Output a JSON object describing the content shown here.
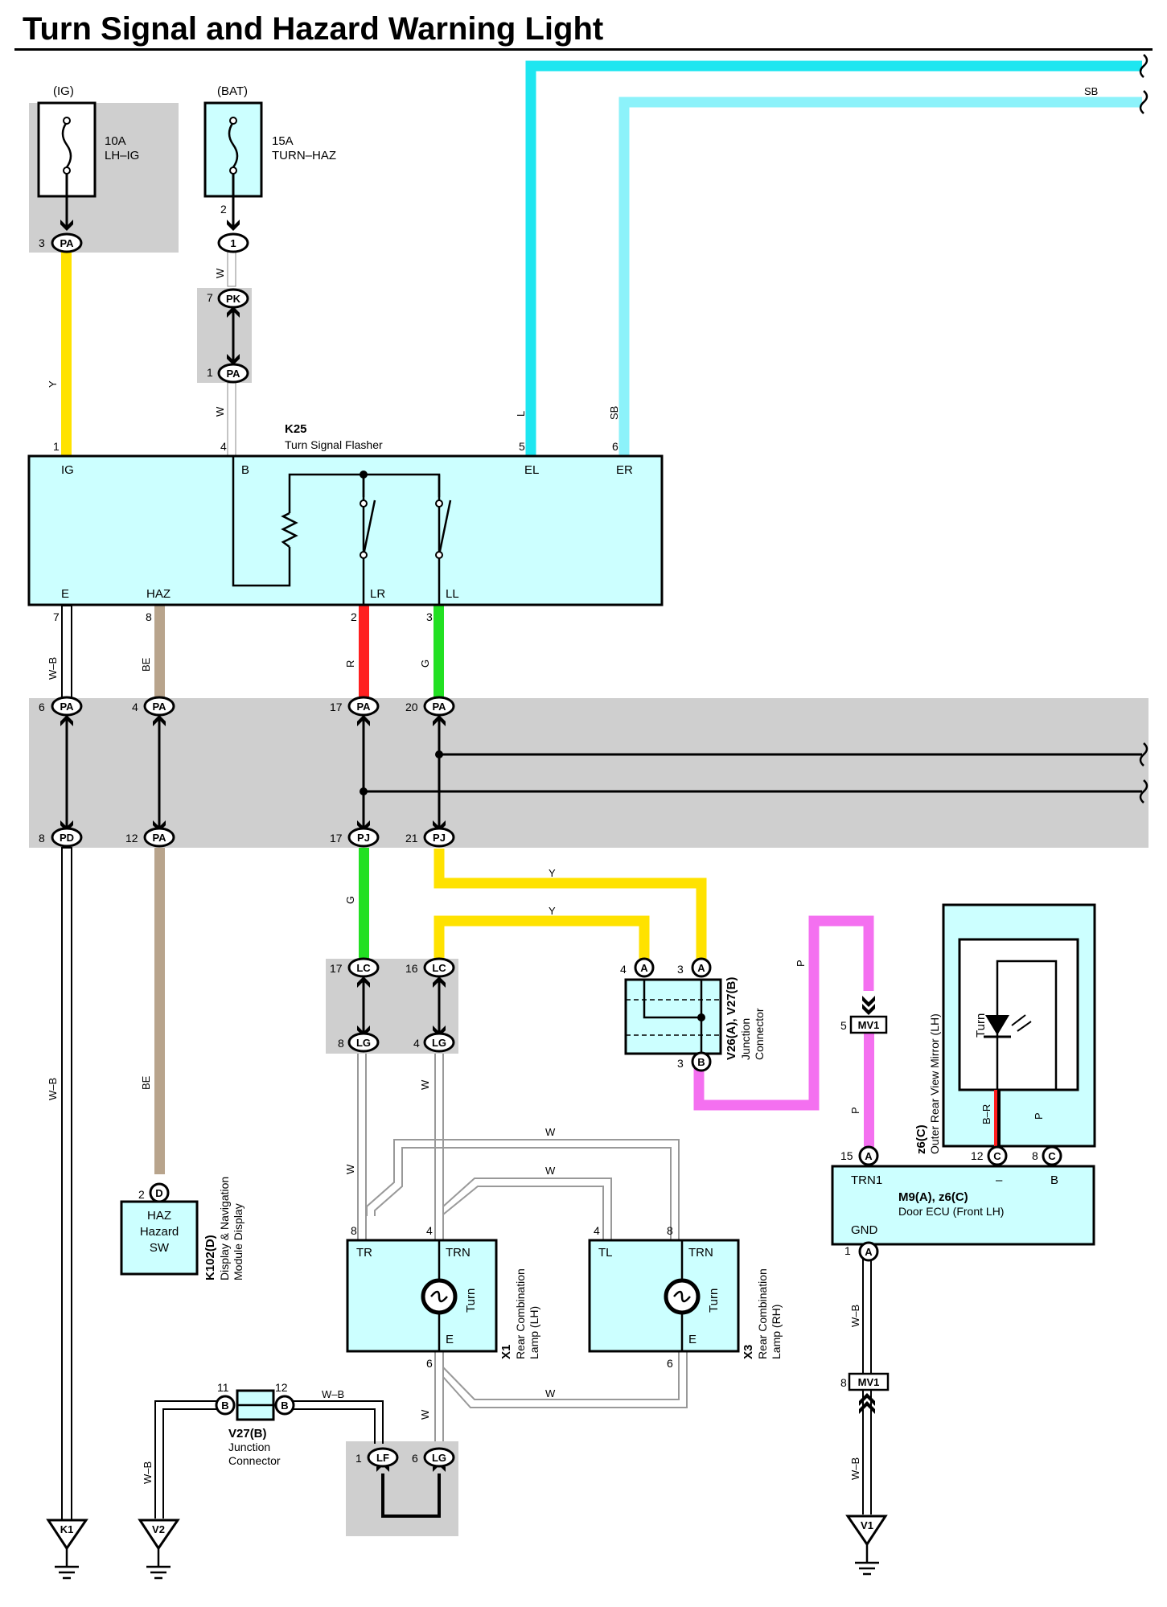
{
  "title": "Turn Signal and Hazard Warning Light",
  "fuses": [
    {
      "supply": "(IG)",
      "rating": "10A",
      "name": "LH–IG"
    },
    {
      "supply": "(BAT)",
      "rating": "15A",
      "name": "TURN–HAZ"
    }
  ],
  "flasher": {
    "id": "K25",
    "name": "Turn Signal Flasher",
    "terminals": {
      "IG": "IG",
      "B": "B",
      "EL": "EL",
      "ER": "ER",
      "E": "E",
      "HAZ": "HAZ",
      "LR": "LR",
      "LL": "LL"
    },
    "pins": {
      "IG": "1",
      "B": "4",
      "EL": "5",
      "ER": "6",
      "E": "7",
      "HAZ": "8",
      "LR": "2",
      "LL": "3"
    }
  },
  "wire_codes": {
    "Y": "Y",
    "W": "W",
    "L": "L",
    "SB": "SB",
    "WB": "W–B",
    "BE": "BE",
    "R": "R",
    "G": "G",
    "P": "P",
    "BR": "B–R"
  },
  "connectors": {
    "PA": "PA",
    "PK": "PK",
    "PD": "PD",
    "PJ": "PJ",
    "LC": "LC",
    "LG": "LG",
    "LF": "LF",
    "D": "D",
    "A": "A",
    "B": "B",
    "C": "C",
    "MV1": "MV1",
    "one": "1"
  },
  "pin_numbers": {
    "p1": "1",
    "p2": "2",
    "p3": "3",
    "p4": "4",
    "p5": "5",
    "p6": "6",
    "p7": "7",
    "p8": "8",
    "p11": "11",
    "p12": "12",
    "p15": "15",
    "p16": "16",
    "p17": "17",
    "p20": "20",
    "p21": "21"
  },
  "haz_switch": {
    "line1": "HAZ",
    "line2": "Hazard",
    "line3": "SW",
    "id": "K102(D)",
    "desc1": "Display & Navigation",
    "desc2": "Module Display"
  },
  "junction_top": {
    "id": "V26(A), V27(B)",
    "desc1": "Junction",
    "desc2": "Connector"
  },
  "junction_bottom": {
    "id": "V27(B)",
    "desc1": "Junction",
    "desc2": "Connector"
  },
  "lamp_lh": {
    "id": "X1",
    "desc1": "Rear Combination",
    "desc2": "Lamp (LH)",
    "t1": "TR",
    "t2": "TRN",
    "t3": "E",
    "bulb": "Turn"
  },
  "lamp_rh": {
    "id": "X3",
    "desc1": "Rear Combination",
    "desc2": "Lamp (RH)",
    "t1": "TL",
    "t2": "TRN",
    "t3": "E",
    "bulb": "Turn"
  },
  "mirror": {
    "id": "z6(C)",
    "desc": "Outer Rear View Mirror (LH)",
    "bulb": "Turn"
  },
  "door_ecu": {
    "id": "M9(A), z6(C)",
    "name": "Door ECU (Front LH)",
    "t_trn": "TRN1",
    "t_gnd": "GND",
    "t_minus": "–",
    "t_b": "B"
  },
  "grounds": {
    "g1": "K1",
    "g2": "V2",
    "g3": "V1"
  },
  "colors": {
    "yellow": "#FFE200",
    "cyan": "#1EE6F0",
    "lightcyan": "#8CF2FA",
    "red": "#FF1F1F",
    "green": "#22E022",
    "tan": "#B8A48C",
    "pink": "#F470F0",
    "box": "#CCFFFF",
    "gray": "#CFCFCF"
  }
}
